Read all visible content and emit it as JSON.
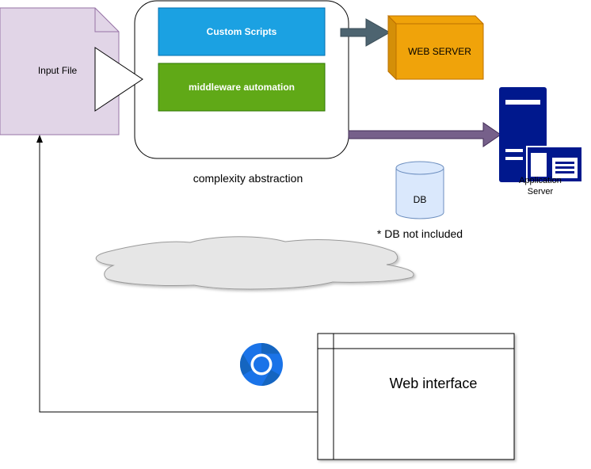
{
  "nodes": {
    "input_file": "Input File",
    "custom_scripts": "Custom Scripts",
    "middleware_automation": "middleware automation",
    "web_server": "WEB SERVER",
    "application_server": "Application Server",
    "db": "DB",
    "web_interface": "Web interface"
  },
  "annotations": {
    "complexity_abstraction": "complexity abstraction",
    "db_note": "* DB not included"
  },
  "colors": {
    "input_file_fill": "#e1d5e7",
    "input_file_stroke": "#9673a6",
    "custom_scripts_fill": "#1ba1e2",
    "middleware_fill": "#60a917",
    "web_server_fill": "#f0a30a",
    "web_server_stroke": "#bd7000",
    "server_blue": "#00188d",
    "db_fill": "#dae8fc",
    "db_stroke": "#6c8ebf",
    "arrow_slate": "#4d6470",
    "arrow_purple": "#76608a",
    "cloud_fill": "#e6e6e6",
    "chrome_blue": "#1a73e8"
  },
  "icons": {
    "browser": "chrome-icon",
    "server": "server-tower-icon"
  }
}
